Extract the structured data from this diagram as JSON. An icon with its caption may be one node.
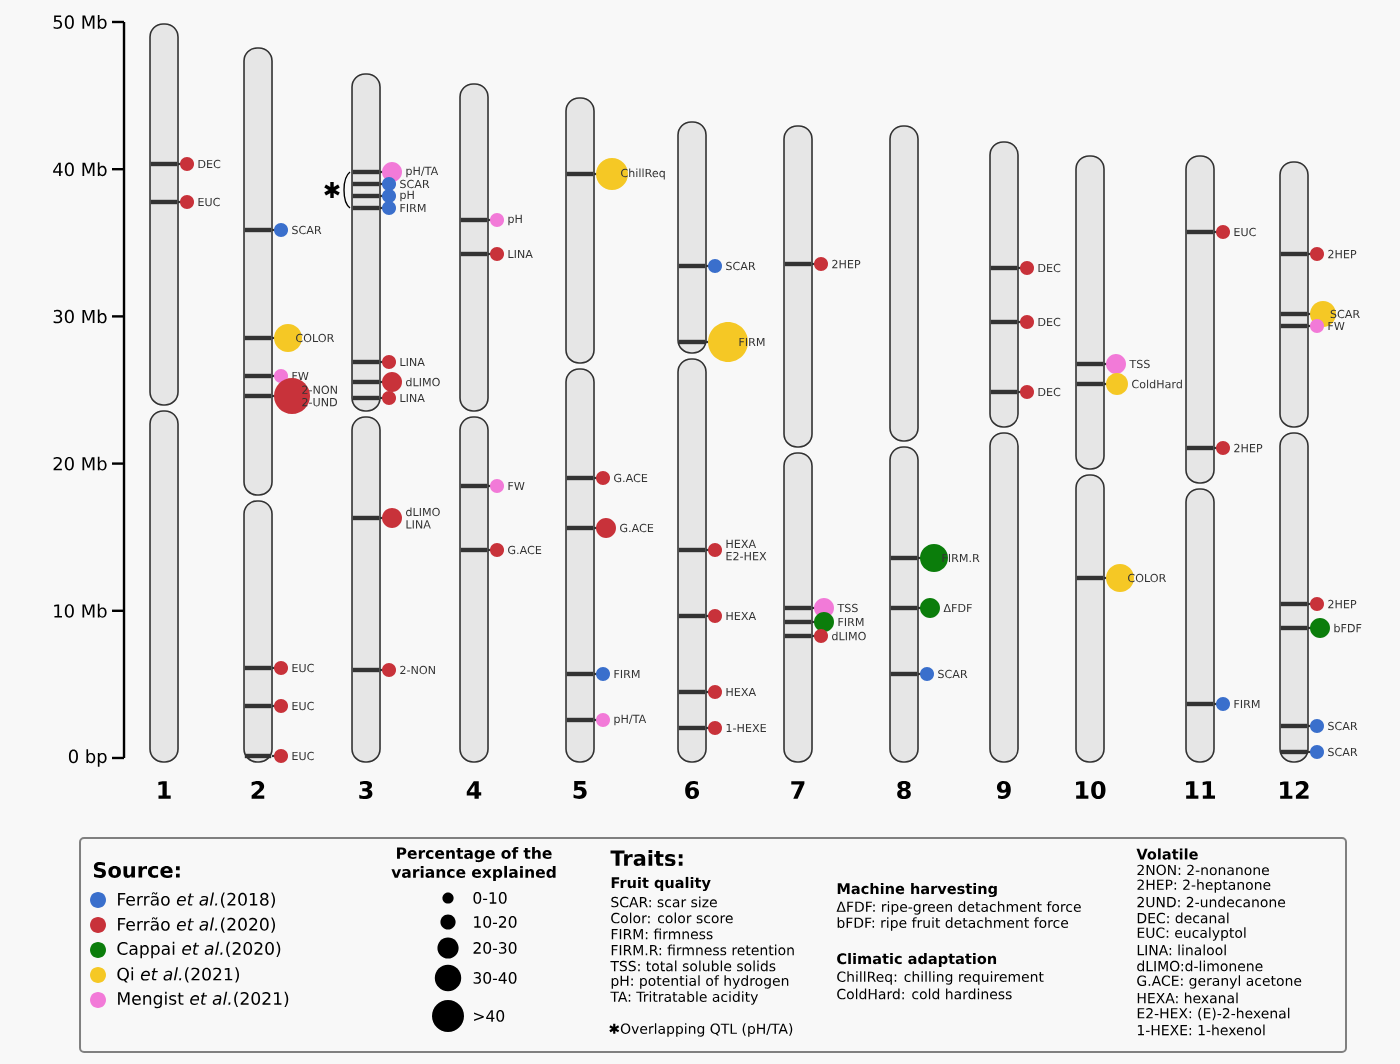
{
  "diagram": {
    "nodes": [
      {
        "text": [
          "1"
        ]
      },
      {
        "text": [
          "2"
        ]
      },
      {
        "text": [
          "3"
        ]
      },
      {
        "text": [
          "4"
        ]
      },
      {
        "text": [
          "5"
        ]
      },
      {
        "text": [
          "6"
        ]
      },
      {
        "text": [
          "7"
        ]
      },
      {
        "text": [
          "8"
        ]
      },
      {
        "text": [
          "9"
        ]
      },
      {
        "text": [
          "10"
        ]
      },
      {
        "text": [
          "11"
        ]
      },
      {
        "text": [
          "12"
        ]
      },
      {
        "text": [
          "DEC"
        ]
      },
      {
        "text": [
          "EUC"
        ]
      },
      {
        "text": [
          "SCAR"
        ]
      },
      {
        "text": [
          "COLOR"
        ]
      },
      {
        "text": [
          "FW"
        ]
      },
      {
        "text": [
          "2-NON",
          "2-UND"
        ]
      },
      {
        "text": [
          "EUC"
        ]
      },
      {
        "text": [
          "EUC"
        ]
      },
      {
        "text": [
          "EUC"
        ]
      },
      {
        "text": [
          "pH/TA"
        ]
      },
      {
        "text": [
          "SCAR"
        ]
      },
      {
        "text": [
          "pH"
        ]
      },
      {
        "text": [
          "FIRM"
        ]
      },
      {
        "text": [
          "LINA"
        ]
      },
      {
        "text": [
          "dLIMO"
        ]
      },
      {
        "text": [
          "LINA"
        ]
      },
      {
        "text": [
          "dLIMO",
          "LINA"
        ]
      },
      {
        "text": [
          "2-NON"
        ]
      },
      {
        "text": [
          "pH"
        ]
      },
      {
        "text": [
          "LINA"
        ]
      },
      {
        "text": [
          "FW"
        ]
      },
      {
        "text": [
          "G.ACE"
        ]
      },
      {
        "text": [
          "ChillReq"
        ]
      },
      {
        "text": [
          "G.ACE"
        ]
      },
      {
        "text": [
          "G.ACE"
        ]
      },
      {
        "text": [
          "FIRM"
        ]
      },
      {
        "text": [
          "pH/TA"
        ]
      },
      {
        "text": [
          "SCAR"
        ]
      },
      {
        "text": [
          "FIRM"
        ]
      },
      {
        "text": [
          "HEXA",
          "E2-HEX"
        ]
      },
      {
        "text": [
          "HEXA"
        ]
      },
      {
        "text": [
          "HEXA"
        ]
      },
      {
        "text": [
          "1-HEXE"
        ]
      },
      {
        "text": [
          "2HEP"
        ]
      },
      {
        "text": [
          "TSS"
        ]
      },
      {
        "text": [
          "FIRM"
        ]
      },
      {
        "text": [
          "dLIMO"
        ]
      },
      {
        "text": [
          "FIRM.R"
        ]
      },
      {
        "text": [
          "ΔFDF"
        ]
      },
      {
        "text": [
          "SCAR"
        ]
      },
      {
        "text": [
          "DEC"
        ]
      },
      {
        "text": [
          "DEC"
        ]
      },
      {
        "text": [
          "DEC"
        ]
      },
      {
        "text": [
          "TSS"
        ]
      },
      {
        "text": [
          "ColdHard"
        ]
      },
      {
        "text": [
          "COLOR"
        ]
      },
      {
        "text": [
          "EUC"
        ]
      },
      {
        "text": [
          "2HEP"
        ]
      },
      {
        "text": [
          "FIRM"
        ]
      },
      {
        "text": [
          "2HEP"
        ]
      },
      {
        "text": [
          "SCAR"
        ]
      },
      {
        "text": [
          "FW"
        ]
      },
      {
        "text": [
          "2HEP"
        ]
      },
      {
        "text": [
          "bFDF"
        ]
      },
      {
        "text": [
          "SCAR"
        ]
      },
      {
        "text": [
          "SCAR"
        ]
      }
    ],
    "labels": [
      "50 Mb",
      "40 Mb",
      "30 Mb",
      "20 Mb",
      "10 Mb",
      "0 bp",
      "✱",
      "Source:",
      "Percentage of the variance explained",
      "Traits:",
      "Fruit quality",
      "SCAR: scar size",
      "Color: color score",
      "FIRM: firmness",
      "FIRM.R: firmness retention",
      "TSS: total soluble solids",
      "pH: potential of hydrogen",
      "TA: Tritratable acidity",
      "Machine harvesting",
      "ΔFDF: ripe-green detachment force",
      "bFDF: ripe fruit detachment force",
      "Climatic adaptation",
      "ChillReq: chilling requirement",
      "ColdHard: cold hardiness",
      "✱Overlapping QTL (pH/TA)",
      "Volatile",
      "2NON: 2-nonanone",
      "2HEP: 2-heptanone",
      "2UND: 2-undecanone",
      "DEC: decanal",
      "EUC: eucalyptol",
      "LINA: linalool",
      "dLIMO:d-limonene",
      "G.ACE: geranyl acetone",
      "HEXA: hexanal",
      "E2-HEX: (E)-2-hexenal",
      "1-HEXE: 1-hexenol"
    ],
    "legend": [
      {
        "text": "Ferrão *et al.*(2018)",
        "color": "#3a6fcc"
      },
      {
        "text": "Ferrão *et al.*(2020)",
        "color": "#c8323a"
      },
      {
        "text": "Cappai *et al.*(2020)",
        "color": "#0b7d0b"
      },
      {
        "text": "Qi *et al.*(2021)",
        "color": "#f5c825"
      },
      {
        "text": "Mengist *et al.*(2021)",
        "color": "#f27ad8"
      },
      {
        "text": "0-10"
      },
      {
        "text": "10-20"
      },
      {
        "text": "20-30"
      },
      {
        "text": "30-40"
      },
      {
        "text": ">40"
      }
    ]
  }
}
